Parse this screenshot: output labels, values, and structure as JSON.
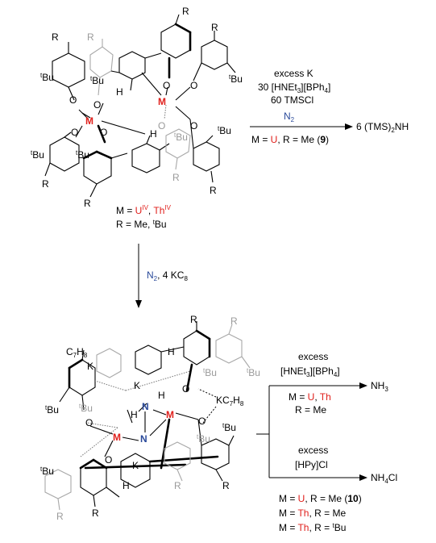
{
  "top_complex": {
    "labels": {
      "R": "R",
      "tBu_prefix": "t",
      "tBu": "Bu",
      "O": "O",
      "M": "M",
      "H": "H"
    },
    "caption": {
      "line1_prefix": "M = ",
      "u": "U",
      "u_ox": "IV",
      "sep": ", ",
      "th": "Th",
      "th_ox": "IV",
      "line2_prefix": "R = Me, ",
      "line2_t": "t",
      "line2_bu": "Bu"
    }
  },
  "reaction_right_top": {
    "line1": "excess K",
    "line2": "30 [HNEt",
    "line2_sub": "3",
    "line2_mid": "][BPh",
    "line2_sub2": "4",
    "line2_end": "]",
    "line3": "60 TMSCl",
    "line4": "N",
    "line4_sub": "2",
    "product": "6 (TMS)",
    "product_sub": "2",
    "product_end": "NH",
    "cond_prefix": "M = ",
    "cond_u": "U",
    "cond_mid": ", R = Me (",
    "cond_num": "9",
    "cond_end": ")"
  },
  "reaction_down": {
    "n2": "N",
    "n2_sub": "2",
    "sep": ", 4 KC",
    "kc_sub": "8"
  },
  "bottom_complex": {
    "labels": {
      "C7H8_c": "C",
      "C7H8_7": "7",
      "C7H8_h": "H",
      "C7H8_8": "8",
      "K": "K",
      "N": "N",
      "H": "H",
      "O": "O",
      "M": "M",
      "R": "R",
      "tBu_prefix": "t",
      "tBu": "Bu"
    }
  },
  "reaction_right_bottom": {
    "r1_line1": "excess",
    "r1_line2": "[HNEt",
    "r1_sub": "3",
    "r1_mid": "][BPh",
    "r1_sub2": "4",
    "r1_end": "]",
    "r1_product": "NH",
    "r1_product_sub": "3",
    "r1_cond_prefix": "M = ",
    "r1_cond_u": "U",
    "r1_cond_sep": ", ",
    "r1_cond_th": "Th",
    "r1_cond2": "R = Me",
    "r2_line1": "excess",
    "r2_line2": "[HPy]Cl",
    "r2_product": "NH",
    "r2_product_sub": "4",
    "r2_product_end": "Cl",
    "list": [
      {
        "prefix": "M = ",
        "metal": "U",
        "mid": ", R = Me (",
        "num": "10",
        "end": ")"
      },
      {
        "prefix": "M = ",
        "metal": "Th",
        "mid": ", R = Me",
        "num": "",
        "end": ""
      },
      {
        "prefix": "M = ",
        "metal": "Th",
        "mid": ", R = ",
        "t": "t",
        "bu": "Bu"
      }
    ]
  }
}
